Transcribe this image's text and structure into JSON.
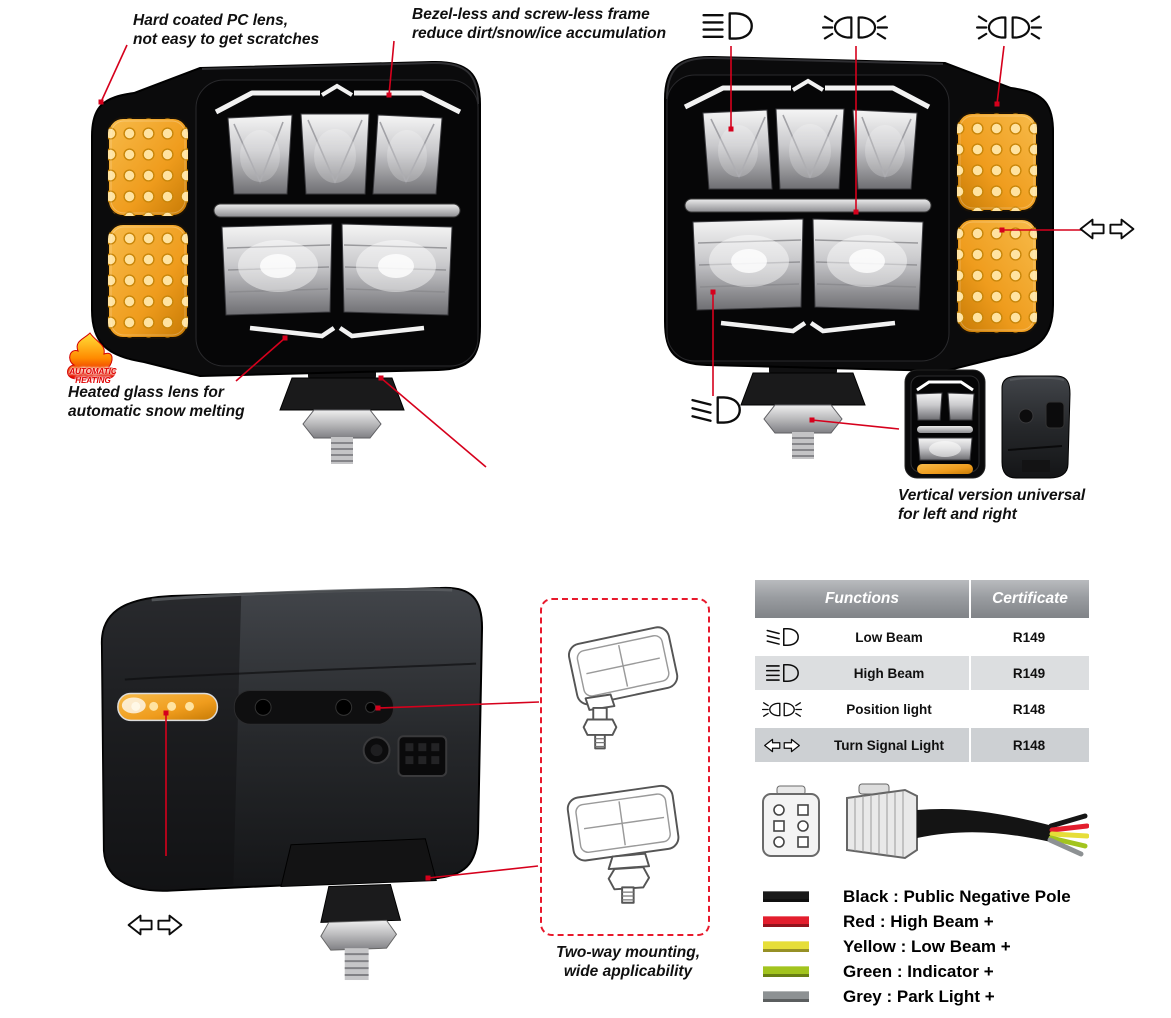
{
  "colors": {
    "accent_red": "#d6001c",
    "amber": "#f0a22c",
    "table_header_gray": "#97999d"
  },
  "callouts": {
    "pc_lens": "Hard coated PC lens,\nnot easy to get scratches",
    "bezel_less": "Bezel-less and screw-less frame\nreduce dirt/snow/ice accumulation",
    "heated_lens": "Heated glass lens for\nautomatic snow melting",
    "heating_badge": "AUTOMATIC\nHEATING",
    "vertical_version": "Vertical version universal\nfor left and right",
    "two_way_mounting": "Two-way mounting,\nwide applicability"
  },
  "icons": {
    "top_left": "high-beam-icon",
    "bottom_left": "low-beam-icon",
    "top_center": "position-light-icon",
    "top_right": "position-light-icon",
    "right_side": "turn-signal-icon",
    "rear_left": "turn-signal-icon"
  },
  "table": {
    "headers": [
      "Functions",
      "Certificate"
    ],
    "rows": [
      {
        "icon": "low-beam-icon",
        "function": "Low Beam",
        "certificate": "R149"
      },
      {
        "icon": "high-beam-icon",
        "function": "High Beam",
        "certificate": "R149"
      },
      {
        "icon": "position-light-icon",
        "function": "Position light",
        "certificate": "R148"
      },
      {
        "icon": "turn-signal-icon",
        "function": "Turn Signal Light",
        "certificate": "R148"
      }
    ]
  },
  "wiring": {
    "legend": [
      {
        "color_name": "Black",
        "hex": "#1a1a1a",
        "label": "Black : Public Negative Pole"
      },
      {
        "color_name": "Red",
        "hex": "#e31e2d",
        "label": "Red : High Beam +"
      },
      {
        "color_name": "Yellow",
        "hex": "#e6de39",
        "label": "Yellow : Low Beam +"
      },
      {
        "color_name": "Green",
        "hex": "#a2c41e",
        "label": "Green : Indicator +"
      },
      {
        "color_name": "Grey",
        "hex": "#8d9193",
        "label": "Grey : Park Light +"
      }
    ]
  }
}
